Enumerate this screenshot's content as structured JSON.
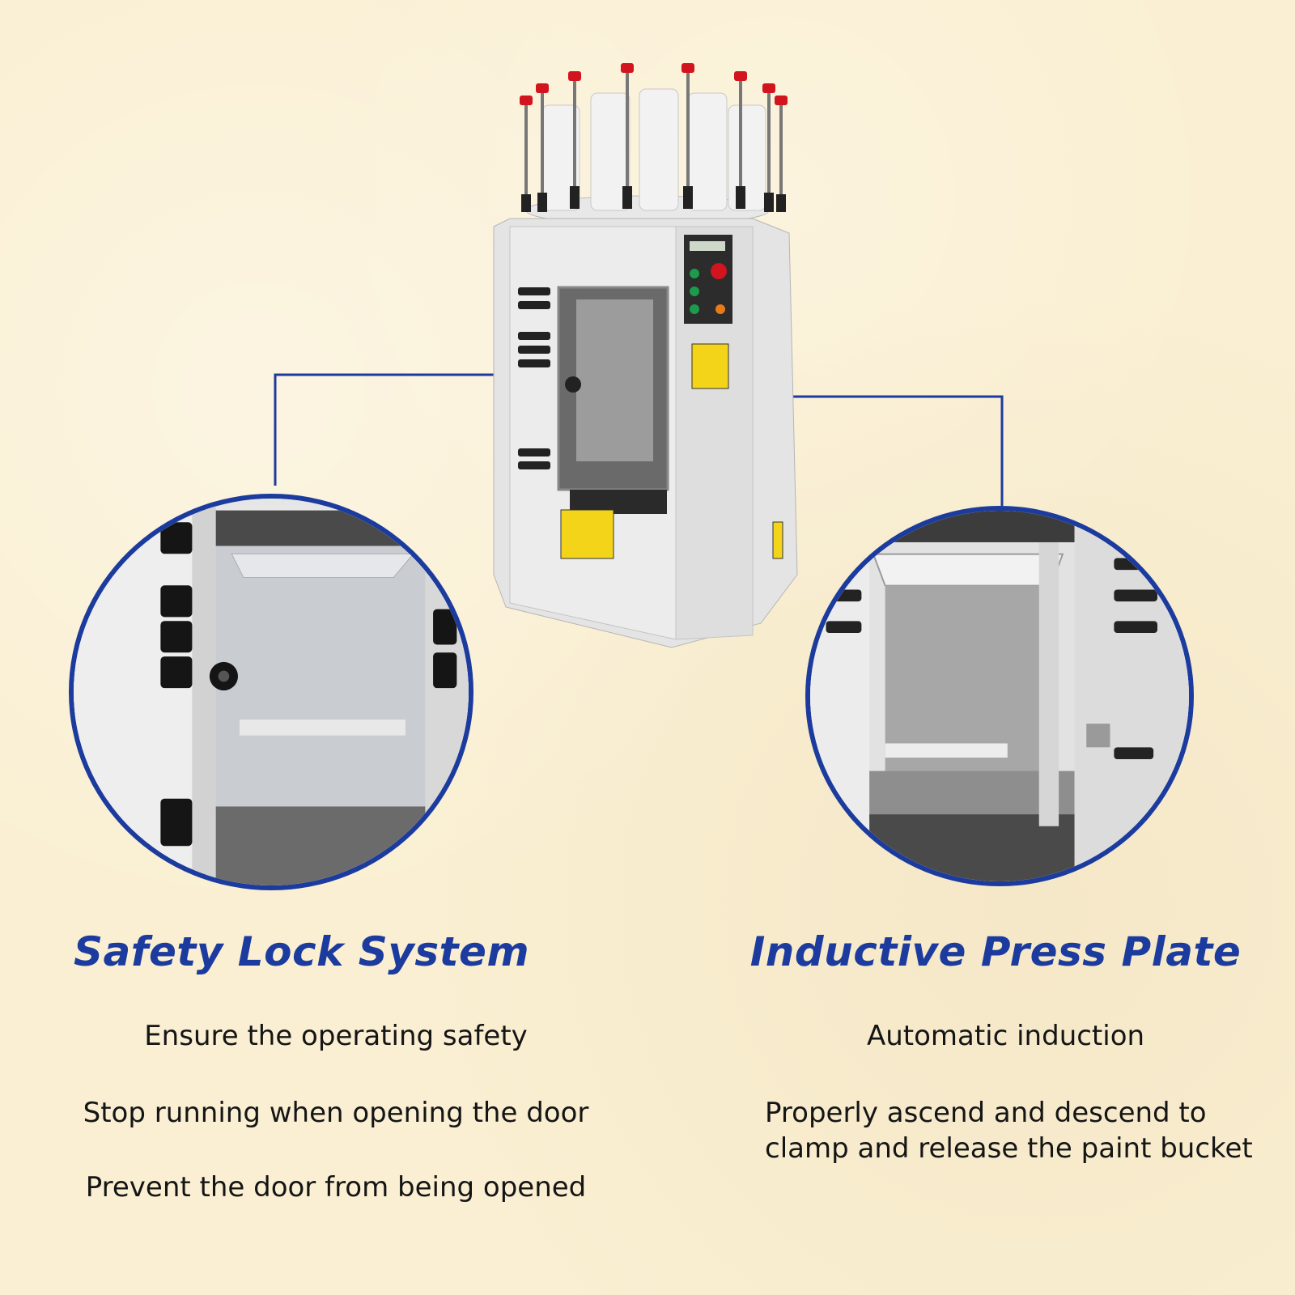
{
  "features": {
    "left": {
      "title": "Safety Lock System",
      "lines": [
        "Ensure the operating safety",
        "Stop running when opening the door",
        "Prevent the door from being opened"
      ]
    },
    "right": {
      "title": "Inductive Press Plate",
      "lines": [
        "Automatic induction",
        "Properly ascend and descend to clamp and release the paint bucket"
      ]
    }
  },
  "colors": {
    "accent": "#1c3b9e",
    "background": "#faefd2",
    "text": "#151515"
  }
}
